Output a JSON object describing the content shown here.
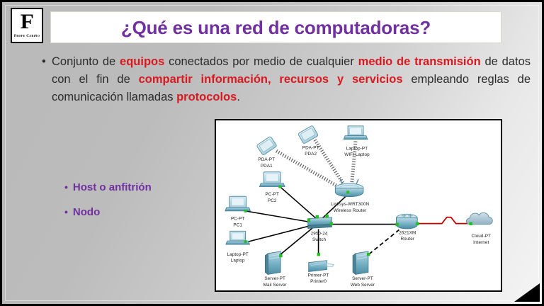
{
  "slide": {
    "title": "¿Qué es una red de computadoras?",
    "title_color": "#7030A0",
    "highlight_color": "#D9191F",
    "background": "gray-gradient"
  },
  "logo": {
    "glyph": "F",
    "caption": "Profe Cariño"
  },
  "body": {
    "bullet_char": "•",
    "segments": [
      {
        "text": "Conjunto de ",
        "style": "normal"
      },
      {
        "text": "equipos",
        "style": "highlight"
      },
      {
        "text": " conectados por medio de cualquier ",
        "style": "normal"
      },
      {
        "text": "medio de transmisión",
        "style": "highlight"
      },
      {
        "text": " de datos con el fin de ",
        "style": "normal"
      },
      {
        "text": "compartir información, recursos y servicios",
        "style": "highlight"
      },
      {
        "text": " empleando reglas de comunicación llamadas ",
        "style": "normal"
      },
      {
        "text": "protocolos",
        "style": "highlight"
      },
      {
        "text": ".",
        "style": "normal"
      }
    ]
  },
  "terms": {
    "bullet_char": "•",
    "items": [
      {
        "label": "Host o anfitrión"
      },
      {
        "label": "Nodo"
      }
    ]
  },
  "diagram": {
    "type": "packet-tracer-network-topology",
    "devices": [
      {
        "id": "pda1",
        "icon": "pda-icon",
        "model": "PDA-PT",
        "name": "PDA1"
      },
      {
        "id": "pda2",
        "icon": "pda-icon",
        "model": "PDA-PT",
        "name": "PDA2"
      },
      {
        "id": "wifilap",
        "icon": "laptop-icon",
        "model": "Laptop-PT",
        "name": "WIFI Laptop"
      },
      {
        "id": "wrouter",
        "icon": "wireless-router-icon",
        "model": "Linksys-WRT300N",
        "name": "Wireless Router"
      },
      {
        "id": "pc2",
        "icon": "desktop-pc-icon",
        "model": "PC-PT",
        "name": "PC2"
      },
      {
        "id": "pc1",
        "icon": "desktop-pc-icon",
        "model": "PC-PT",
        "name": "PC1"
      },
      {
        "id": "laptop",
        "icon": "laptop-icon",
        "model": "Laptop-PT",
        "name": "Laptop"
      },
      {
        "id": "switch",
        "icon": "switch-icon",
        "model": "2950-24",
        "name": "Switch"
      },
      {
        "id": "mail",
        "icon": "server-icon",
        "model": "Server-PT",
        "name": "Mail Server"
      },
      {
        "id": "printer",
        "icon": "printer-icon",
        "model": "Printer-PT",
        "name": "Printer0"
      },
      {
        "id": "web",
        "icon": "server-icon",
        "model": "Server-PT",
        "name": "Web Server"
      },
      {
        "id": "router",
        "icon": "router-icon",
        "model": "2621XM",
        "name": "Router"
      },
      {
        "id": "cloud",
        "icon": "cloud-icon",
        "model": "Cloud-PT",
        "name": "Internet"
      }
    ],
    "links": [
      {
        "from": "pda1",
        "to": "wrouter",
        "media": "wireless"
      },
      {
        "from": "pda2",
        "to": "wrouter",
        "media": "wireless"
      },
      {
        "from": "wifilap",
        "to": "wrouter",
        "media": "wireless"
      },
      {
        "from": "wrouter",
        "to": "switch",
        "media": "copper"
      },
      {
        "from": "pc2",
        "to": "switch",
        "media": "copper"
      },
      {
        "from": "pc1",
        "to": "switch",
        "media": "copper"
      },
      {
        "from": "laptop",
        "to": "switch",
        "media": "copper"
      },
      {
        "from": "mail",
        "to": "switch",
        "media": "copper"
      },
      {
        "from": "printer",
        "to": "switch",
        "media": "copper"
      },
      {
        "from": "switch",
        "to": "router",
        "media": "copper"
      },
      {
        "from": "web",
        "to": "router",
        "media": "serial-dashed"
      },
      {
        "from": "router",
        "to": "cloud",
        "media": "serial-red"
      }
    ],
    "link_colors": {
      "copper": "#000000",
      "serial_red": "#C00000",
      "port_up": "#22C022"
    }
  }
}
